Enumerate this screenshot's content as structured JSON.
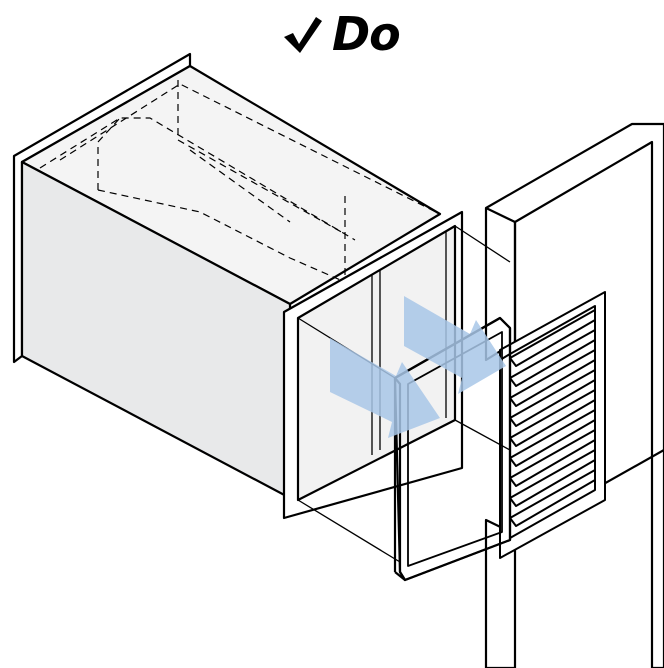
{
  "heading": {
    "text": "Do",
    "icon": "check-icon"
  },
  "colors": {
    "line": "#000000",
    "duct_face": "#e8e9ea",
    "duct_inner": "#f2f2f2",
    "airflow_arrow": "#a9c7e8",
    "background": "#ffffff"
  },
  "figure": {
    "parts": [
      "filter-housing",
      "transition-duct",
      "wall",
      "louvered-grille",
      "airflow-arrows"
    ]
  }
}
